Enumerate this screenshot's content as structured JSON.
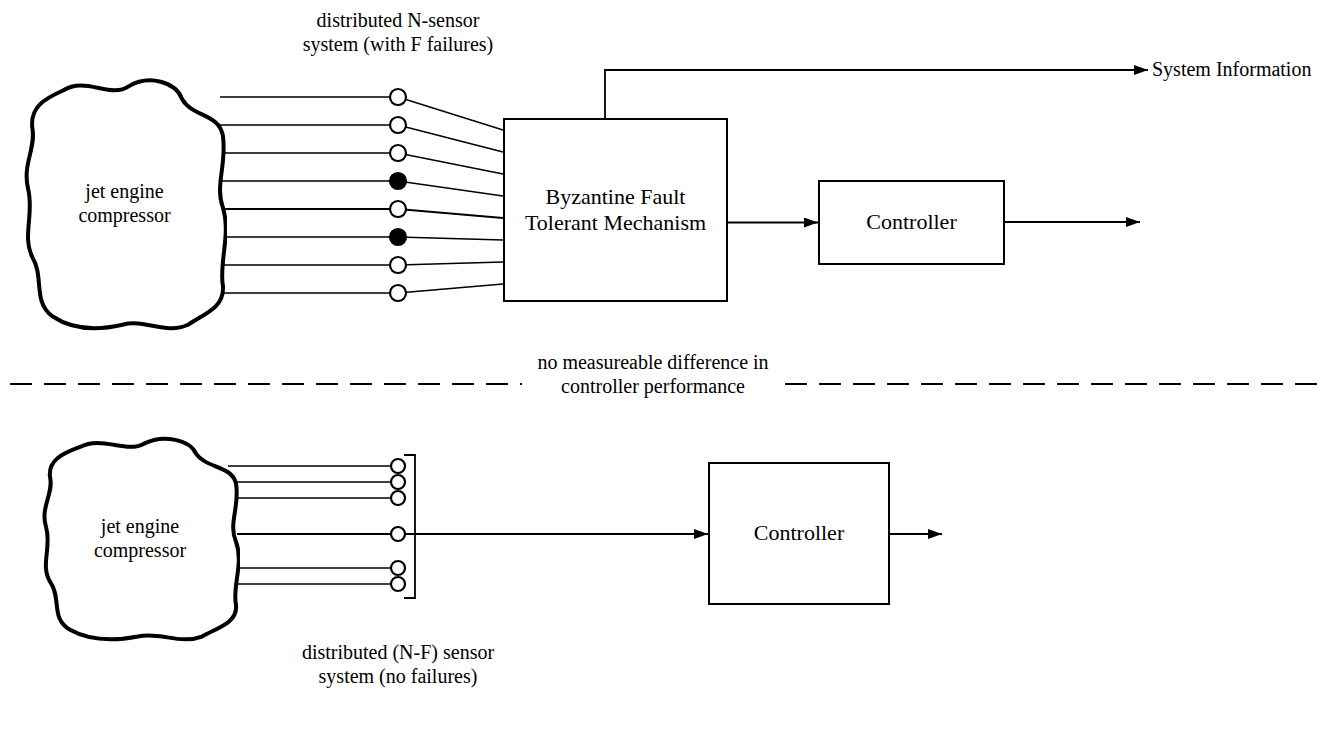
{
  "diagram": {
    "nodes": [
      {
        "text": [
          "jet engine compressor"
        ]
      },
      {
        "text": [
          "Byzantine Fault Tolerant Mechanism"
        ]
      },
      {
        "text": [
          "Controller"
        ]
      },
      {
        "text": [
          "jet engine compressor"
        ]
      },
      {
        "text": [
          "Controller"
        ]
      }
    ],
    "edges": [
      {
        "from": 0,
        "to": 1,
        "arrow": "none"
      },
      {
        "from": 1,
        "to": 2,
        "arrow": "to"
      },
      {
        "from": 3,
        "to": 4,
        "arrow": "to"
      }
    ],
    "labels": [
      "distributed N-sensor system (with F failures)",
      "System Information",
      "no measureable difference in controller performance",
      "distributed (N-F) sensor system (no failures)"
    ]
  }
}
